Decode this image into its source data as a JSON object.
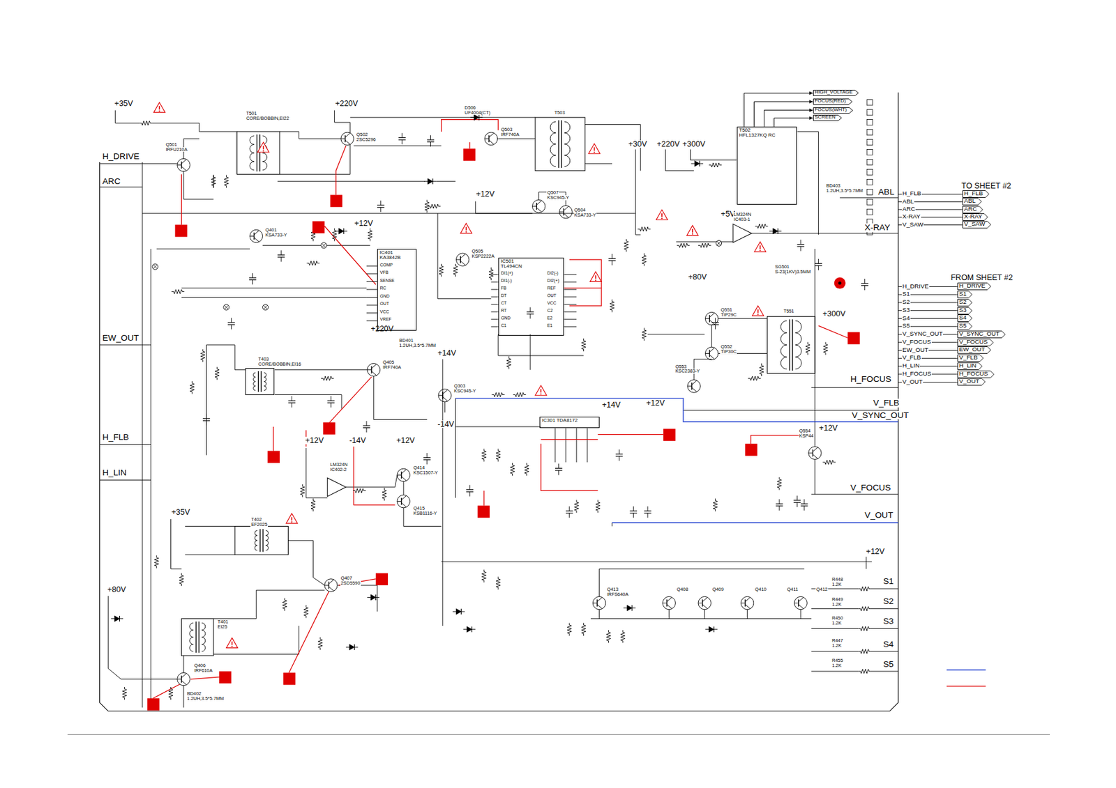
{
  "diagram": {
    "nodes": [
      {
        "text": [
          "HIGH_VOLTAGE"
        ]
      },
      {
        "text": [
          "FOCUS(RED)"
        ]
      },
      {
        "text": [
          "FOCUS(WHT)"
        ]
      },
      {
        "text": [
          "SCREEN"
        ]
      },
      {
        "text": [
          "T502",
          "HFL1327KQ RC"
        ]
      },
      {
        "text": [
          "H_FLB"
        ]
      },
      {
        "text": [
          "ABL"
        ]
      },
      {
        "text": [
          "ARC"
        ]
      },
      {
        "text": [
          "X-RAY"
        ]
      },
      {
        "text": [
          "V_SAW"
        ]
      },
      {
        "text": [
          "H_DRIVE"
        ]
      },
      {
        "text": [
          "S1"
        ]
      },
      {
        "text": [
          "S2"
        ]
      },
      {
        "text": [
          "S3"
        ]
      },
      {
        "text": [
          "S4"
        ]
      },
      {
        "text": [
          "S5"
        ]
      },
      {
        "text": [
          "V_SYNC_OUT"
        ]
      },
      {
        "text": [
          "V_FOCUS"
        ]
      },
      {
        "text": [
          "EW_OUT"
        ]
      },
      {
        "text": [
          "V_FLB"
        ]
      },
      {
        "text": [
          "H_LIN"
        ]
      },
      {
        "text": [
          "H_FOCUS"
        ]
      },
      {
        "text": [
          "V_OUT"
        ]
      },
      {
        "text": [
          "IC401",
          "KA3842B"
        ]
      },
      {
        "text": [
          "IC501",
          "TL494CN"
        ]
      },
      {
        "text": [
          "IC301 TDA8172"
        ]
      }
    ],
    "edges": [
      {
        "from": 4,
        "to": 0,
        "arrow": "to"
      },
      {
        "from": 4,
        "to": 1,
        "arrow": "to"
      },
      {
        "from": 4,
        "to": 2,
        "arrow": "to"
      },
      {
        "from": 4,
        "to": 3,
        "arrow": "to"
      }
    ],
    "labels": [
      "H_DRIVE",
      "ARC",
      "EW_OUT",
      "H_FLB",
      "H_LIN",
      "ABL",
      "X-RAY",
      "H_FOCUS",
      "V_FLB",
      "V_SYNC_OUT",
      "V_FOCUS",
      "V_OUT",
      "S1",
      "S2",
      "S3",
      "S4",
      "S5",
      "H_FLB",
      "ABL",
      "ARC",
      "X-RAY",
      "V_SAW",
      "H_DRIVE",
      "S1",
      "S2",
      "S3",
      "S4",
      "S5",
      "V_SYNC_OUT",
      "V_FOCUS",
      "EW_OUT",
      "V_FLB",
      "H_LIN",
      "H_FOCUS",
      "V_OUT",
      "TO SHEET #2",
      "FROM SHEET #2",
      "+35V",
      "+220V",
      "+12V",
      "+12V",
      "+30V",
      "+220V",
      "+300V",
      "+5V",
      "+80V",
      "+300V",
      "+14V",
      "-14V",
      "+14V",
      "+12V",
      "+12V",
      "+12V",
      "-14V",
      "+12V",
      "+35V",
      "+80V",
      "+12V",
      "+220V",
      "Q501",
      "IRFU210A",
      "T501",
      "CORE/BOBBIN,EI22",
      "Q502",
      "2SC5296",
      "D506",
      "UF4004(CT)",
      "Q503",
      "IRF740A",
      "T503",
      "Q507",
      "KSC945-Y",
      "Q504",
      "KSA733-Y",
      "Q505",
      "KSP2222A",
      "Q401",
      "KSA733-Y",
      "T403",
      "CORE/BOBBIN,EI16",
      "Q405",
      "IRF740A",
      "BD401",
      "1.2UH,3.5*5.7MM",
      "Q303",
      "KSC945-Y",
      "Q414",
      "KSC1507-Y",
      "Q415",
      "KSB1116-Y",
      "LM324N",
      "IC402-2",
      "T402",
      "EF2025",
      "Q407",
      "2SD5590",
      "T401",
      "EI25",
      "Q406",
      "IRF610A",
      "BD402",
      "1.2UH,3.5*5.7MM",
      "LM324N",
      "IC403-1",
      "Q551",
      "TIP29C",
      "Q552",
      "TIP30C",
      "Q553",
      "KSC2383-Y",
      "Q554",
      "KSP44",
      "SG501",
      "S-23(1KV)3.5MM",
      "BD403",
      "1.2UH,3.5*5.7MM",
      "T551",
      "R448",
      "1.2K",
      "R449",
      "1.2K",
      "R450",
      "1.2K",
      "R447",
      "1.2K",
      "R455",
      "1.2K",
      "Q413",
      "IRFS640A",
      "Q408",
      "Q409",
      "Q410",
      "Q411",
      "Q412",
      "COMP",
      "VFB",
      "SENSE",
      "RC",
      "GND",
      "OUT",
      "VCC",
      "VREF",
      "DI1(+)",
      "DI1(-)",
      "FB",
      "DT",
      "CT",
      "RT",
      "GND",
      "C1",
      "DI2(-)",
      "DI2(+)",
      "REF",
      "OUT",
      "VCC",
      "C2",
      "E2",
      "E1"
    ]
  }
}
